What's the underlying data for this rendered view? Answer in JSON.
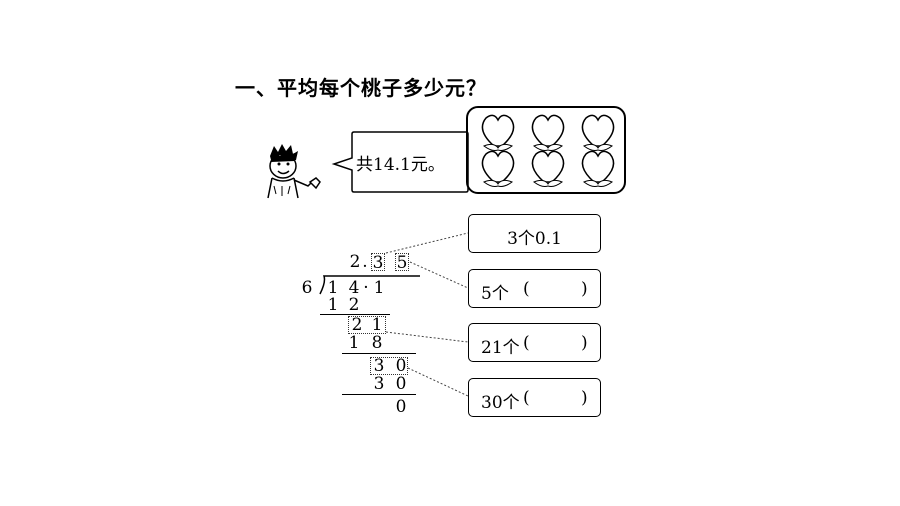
{
  "title": "一、平均每个桃子多少元？",
  "speech": "共14.1元。",
  "division": {
    "divisor": "6",
    "quotient": [
      "2",
      ".",
      "3",
      "5"
    ],
    "dividend": [
      "1",
      "4",
      "·",
      "1"
    ],
    "step1": [
      "1",
      "2"
    ],
    "rem1": [
      "2",
      "1"
    ],
    "step2": [
      "1",
      "8"
    ],
    "rem2": [
      "3",
      "0"
    ],
    "step3": [
      "3",
      "0"
    ],
    "final": "0"
  },
  "answers": [
    {
      "label": "3个0.1"
    },
    {
      "label": "5个",
      "open": "(",
      "close": ")"
    },
    {
      "label": "21个",
      "open": "(",
      "close": ")"
    },
    {
      "label": "30个",
      "open": "(",
      "close": ")"
    }
  ]
}
